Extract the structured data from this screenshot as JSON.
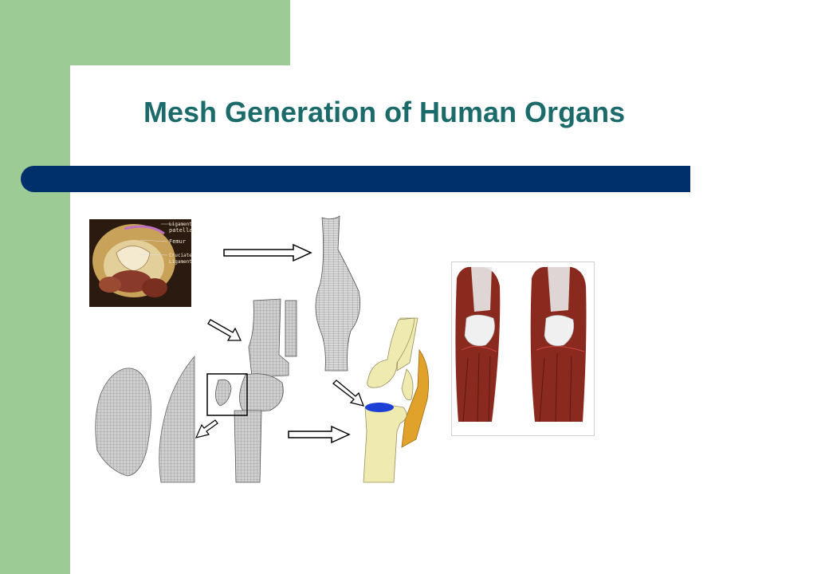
{
  "slide": {
    "title": "Mesh Generation of Human Organs"
  },
  "figure": {
    "cross_section_labels": [
      "Ligament",
      "patella",
      "Femur",
      "Cruciate",
      "Ligament"
    ]
  },
  "colors": {
    "sidebar_green": "#9ccb96",
    "title_teal": "#1b6b6b",
    "bar_navy": "#00306b",
    "bone_yellow": "#efeab0",
    "muscle_red": "#8a2a1e"
  }
}
